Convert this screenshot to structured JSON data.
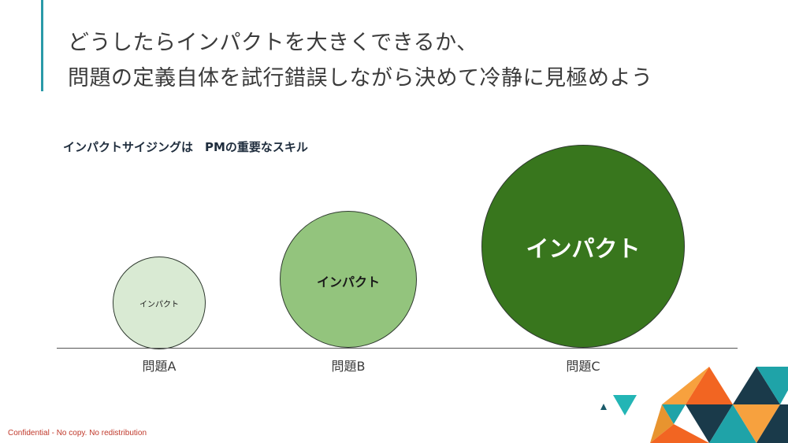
{
  "title": {
    "line1": "どうしたらインパクトを大きくできるか、",
    "line2": "問題の定義自体を試行錯誤しながら決めて冷静に見極めよう"
  },
  "subtitle": "インパクトサイジングは　PMの重要なスキル",
  "circles": [
    {
      "text": "インパクト",
      "label": "問題A",
      "color": "#d9ead3"
    },
    {
      "text": "インパクト",
      "label": "問題B",
      "color": "#93c47d"
    },
    {
      "text": "インパクト",
      "label": "問題C",
      "color": "#38761d"
    }
  ],
  "footer": "Confidential - No copy. No redistribution",
  "colors": {
    "accent": "#2a9aa8",
    "orange": "#f26522",
    "teal": "#1fa3a8",
    "navy": "#1a3a4a"
  }
}
